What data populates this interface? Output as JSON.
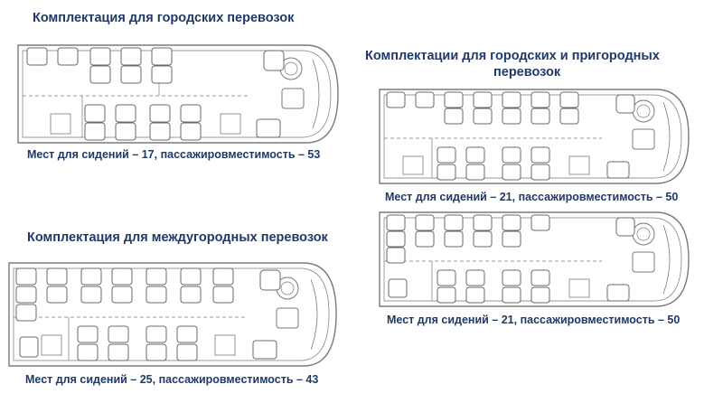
{
  "sections": [
    {
      "heading": "Комплектация для городских перевозок",
      "caption": "Мест для сидений – 17, пассажировместимость – 53"
    },
    {
      "heading_line1": "Комплектации для городских  и пригородных",
      "heading_line2": "перевозок",
      "caption": "Мест для сидений – 21, пассажировместимость – 50"
    },
    {
      "caption": "Мест для сидений – 21, пассажировместимость – 50"
    },
    {
      "heading": "Комплектация для междугородных перевозок",
      "caption": "Мест для сидений – 25, пассажировместимость – 43"
    }
  ],
  "colors": {
    "heading": "#1f3a68",
    "outline": "#7a7a7a",
    "seat_fill": "#ffffff"
  }
}
